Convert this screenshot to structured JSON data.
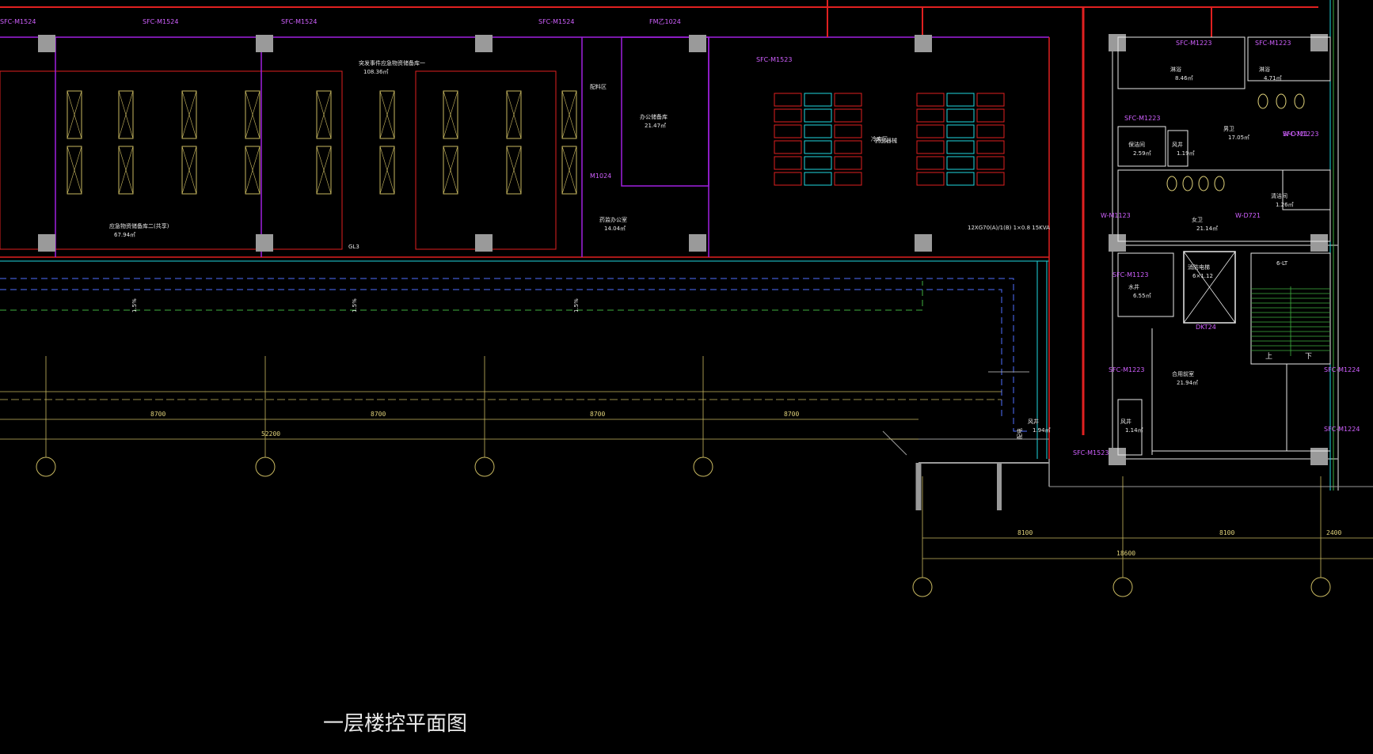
{
  "drawing": {
    "title": "一层楼控平面图",
    "colors": {
      "background": "#000000",
      "wall_red": "#e02020",
      "partition_purple": "#a020e0",
      "dim_yellow": "#c8b860",
      "equip_cyan": "#20d8e0",
      "grid_gray": "#9a9a9a",
      "dash_blue": "#5070ff",
      "dash_green": "#40b040"
    }
  },
  "rooms": [
    {
      "id": "store2",
      "name": "应急物资储备库二(共享)",
      "area": "67.94㎡"
    },
    {
      "id": "shared1",
      "name": "突发事件应急物资储备库一",
      "area": "108.36㎡"
    },
    {
      "id": "office",
      "name": "办公储备库",
      "area": "21.47㎡"
    },
    {
      "id": "duty",
      "name": "药监办公室",
      "area": "14.04㎡"
    },
    {
      "id": "tools",
      "name": "配料区",
      "area": ""
    },
    {
      "id": "shower",
      "name": "淋浴",
      "area": "8.46㎡"
    },
    {
      "id": "shower2",
      "name": "淋浴",
      "area": "4.71㎡"
    },
    {
      "id": "clean",
      "name": "保洁间",
      "area": "2.59㎡"
    },
    {
      "id": "wind1",
      "name": "风井",
      "area": "1.19㎡"
    },
    {
      "id": "male_wc",
      "name": "男卫",
      "area": "17.05㎡"
    },
    {
      "id": "female_wc",
      "name": "女卫",
      "area": "21.14㎡"
    },
    {
      "id": "access",
      "name": "清洁间",
      "area": "1.26㎡"
    },
    {
      "id": "water",
      "name": "水井",
      "area": "6.55㎡"
    },
    {
      "id": "elevator",
      "name": "消防电梯",
      "area": "6×1.12"
    },
    {
      "id": "hall",
      "name": "合用前室",
      "area": "21.94㎡"
    },
    {
      "id": "wind2",
      "name": "风井",
      "area": "1.14㎡"
    },
    {
      "id": "wind3",
      "name": "风井",
      "area": "1.94㎡"
    },
    {
      "id": "stair",
      "name": "6-LT",
      "area": ""
    },
    {
      "id": "cold",
      "name": "冷库区",
      "area": ""
    },
    {
      "id": "equip",
      "name": "药品器械",
      "area": ""
    }
  ],
  "door_tags": [
    "SFC-M1524",
    "SFC-M1524",
    "SFC-M1524",
    "SFC-M1524",
    "FM乙1024",
    "SFC-M1223",
    "SFC-M1223",
    "SFC-M1223",
    "SFC-M1223",
    "M1024",
    "W-M1123",
    "W-D721",
    "W-D721",
    "SFC-M1123",
    "SFC-M1224",
    "SFC-M1224",
    "SFC-M1223",
    "SFC-M1523",
    "DKT24",
    "SFC-M1523"
  ],
  "labels": {
    "corridor_slope_a": "1.5%",
    "corridor_slope_b": "1.5%",
    "corridor_slope_c": "1.5%",
    "stair_up": "上",
    "stair_down": "下",
    "fire_label": "配电",
    "column_tag": "GL3",
    "overall_dim": "52200",
    "sub_dim_a": "8700",
    "sub_dim_b": "8700",
    "sub_dim_c": "8700",
    "sub_dim_d": "8700",
    "right_dim_a": "8100",
    "right_dim_b": "8100",
    "right_dim_c": "2400",
    "right_total": "18600",
    "note_corner": "12XG70(A)/1(B) 1×0.8 15KVA"
  }
}
